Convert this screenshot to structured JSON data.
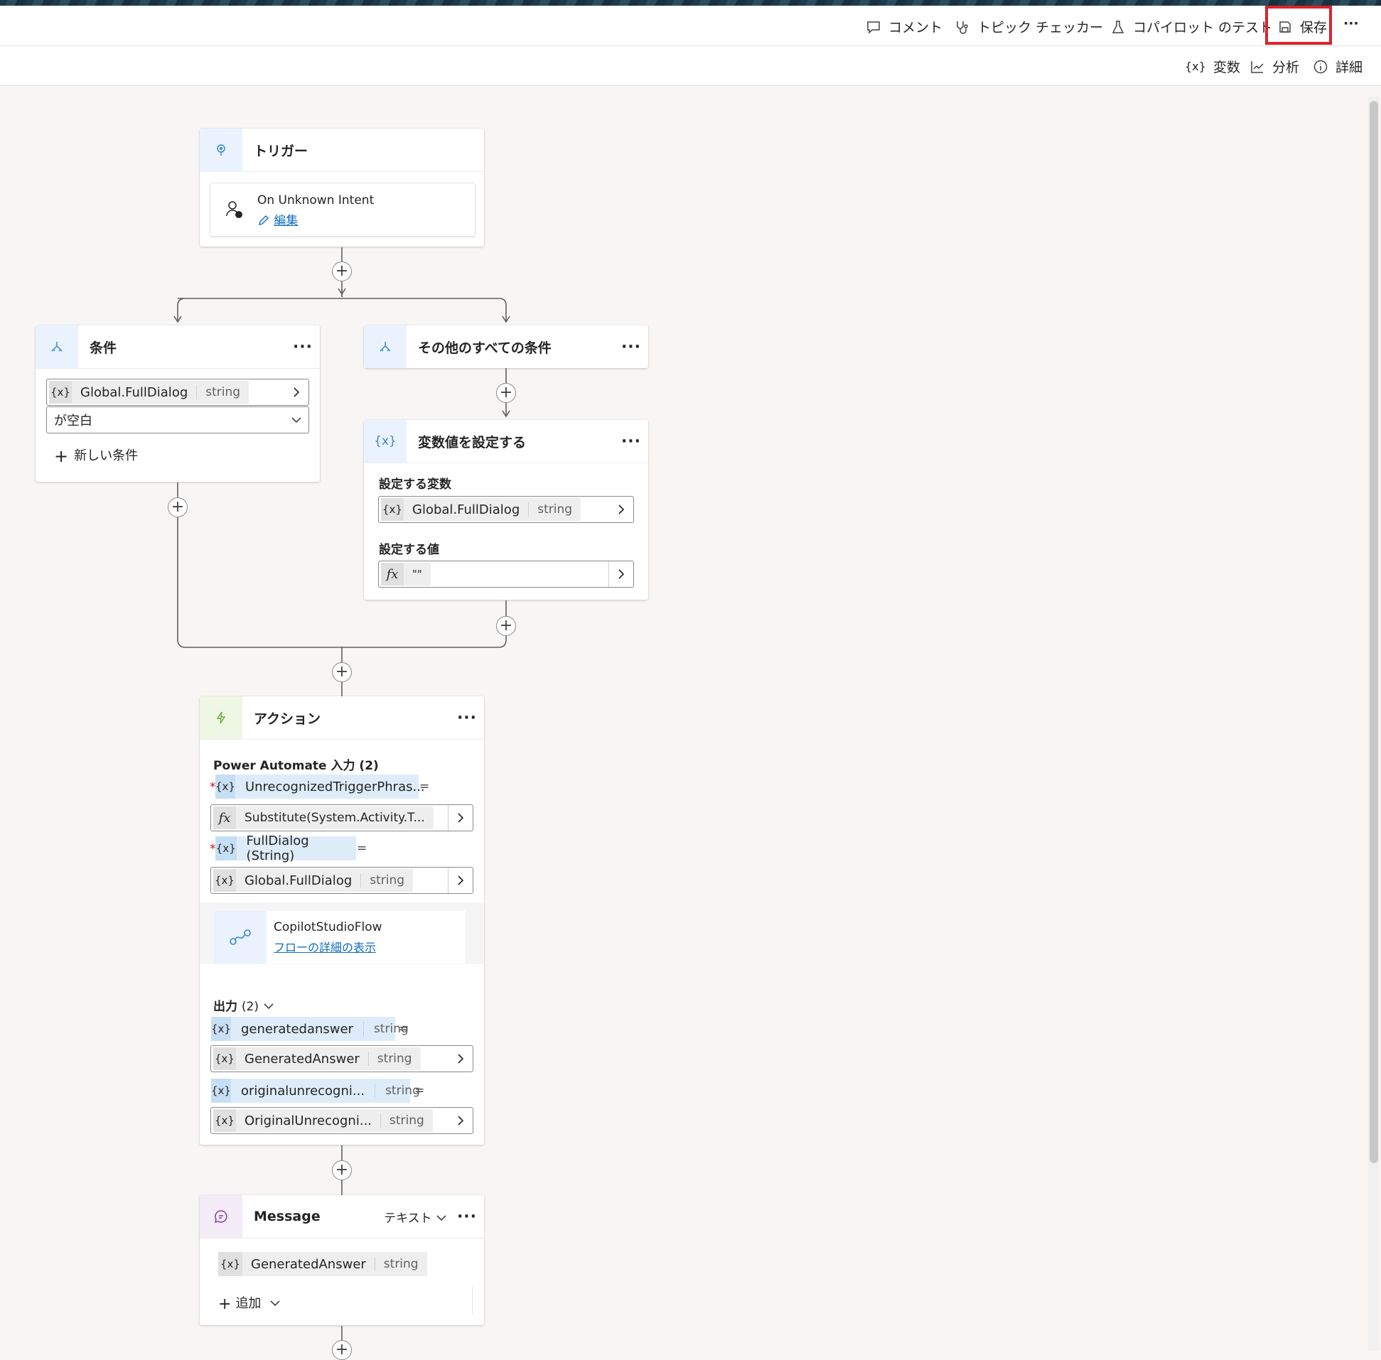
{
  "toolbar": {
    "comment": "コメント",
    "topic_checker": "トピック チェッカー",
    "test_copilot": "コパイロット のテスト",
    "save": "保存",
    "more": "···"
  },
  "toolbar2": {
    "variables": "変数",
    "analytics": "分析",
    "details": "詳細"
  },
  "trigger": {
    "title": "トリガー",
    "name": "On Unknown Intent",
    "edit": "編集"
  },
  "condition": {
    "title": "条件",
    "more": "···",
    "var_name": "Global.FullDialog",
    "var_type": "string",
    "operator": "が空白",
    "new_condition": "新しい条件"
  },
  "other_conditions": {
    "title": "その他のすべての条件",
    "more": "···"
  },
  "set_variable": {
    "title": "変数値を設定する",
    "more": "···",
    "var_label": "設定する変数",
    "var_name": "Global.FullDialog",
    "var_type": "string",
    "value_label": "設定する値",
    "value": "\"\""
  },
  "action": {
    "title": "アクション",
    "more": "···",
    "inputs_label": "Power Automate 入力 (2)",
    "input1_name": "UnrecognizedTriggerPhras...",
    "input1_value": "Substitute(System.Activity.T...",
    "input2_name": "FullDialog (String)",
    "input2_var": "Global.FullDialog",
    "input2_type": "string",
    "flow_name": "CopilotStudioFlow",
    "flow_link": "フローの詳細の表示",
    "outputs_label": "出力",
    "outputs_count": "(2)",
    "output1_name": "generatedanswer",
    "output1_type": "string",
    "output1_var": "GeneratedAnswer",
    "output1_var_type": "string",
    "output2_name": "originalunrecogni...",
    "output2_type": "string",
    "output2_var": "OriginalUnrecogni...",
    "output2_var_type": "string"
  },
  "message": {
    "title": "Message",
    "mode": "テキスト",
    "more": "···",
    "var_name": "GeneratedAnswer",
    "var_type": "string",
    "add": "追加"
  },
  "icons": {
    "var": "{x}",
    "fx": "fx"
  },
  "colors": {
    "accent": "#0f6cbd",
    "save_highlight": "#e0202a",
    "action_icon_bg": "#eef7e4",
    "message_icon_bg": "#f4ecf7"
  }
}
